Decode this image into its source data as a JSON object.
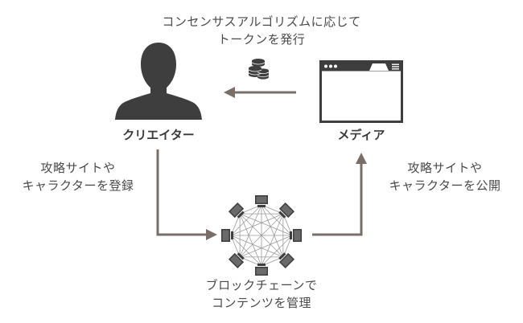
{
  "top_caption": {
    "line1": "コンセンサスアルゴリズムに応じて",
    "line2": "トークンを発行"
  },
  "creator": {
    "title": "クリエイター",
    "icon": "person-silhouette-icon"
  },
  "media": {
    "title": "メディア",
    "icon": "browser-window-icon"
  },
  "left_caption": {
    "line1": "攻略サイトや",
    "line2": "キャラクターを登録"
  },
  "right_caption": {
    "line1": "攻略サイトや",
    "line2": "キャラクターを公開"
  },
  "bottom_caption": {
    "line1": "ブロックチェーンで",
    "line2": "コンテンツを管理"
  },
  "token_icon": "coin-stack-icon",
  "blockchain_icon": "network-computers-icon",
  "colors": {
    "arrow": "#7a6e68",
    "icon": "#3e3e3e",
    "text": "#4a4a4a"
  }
}
